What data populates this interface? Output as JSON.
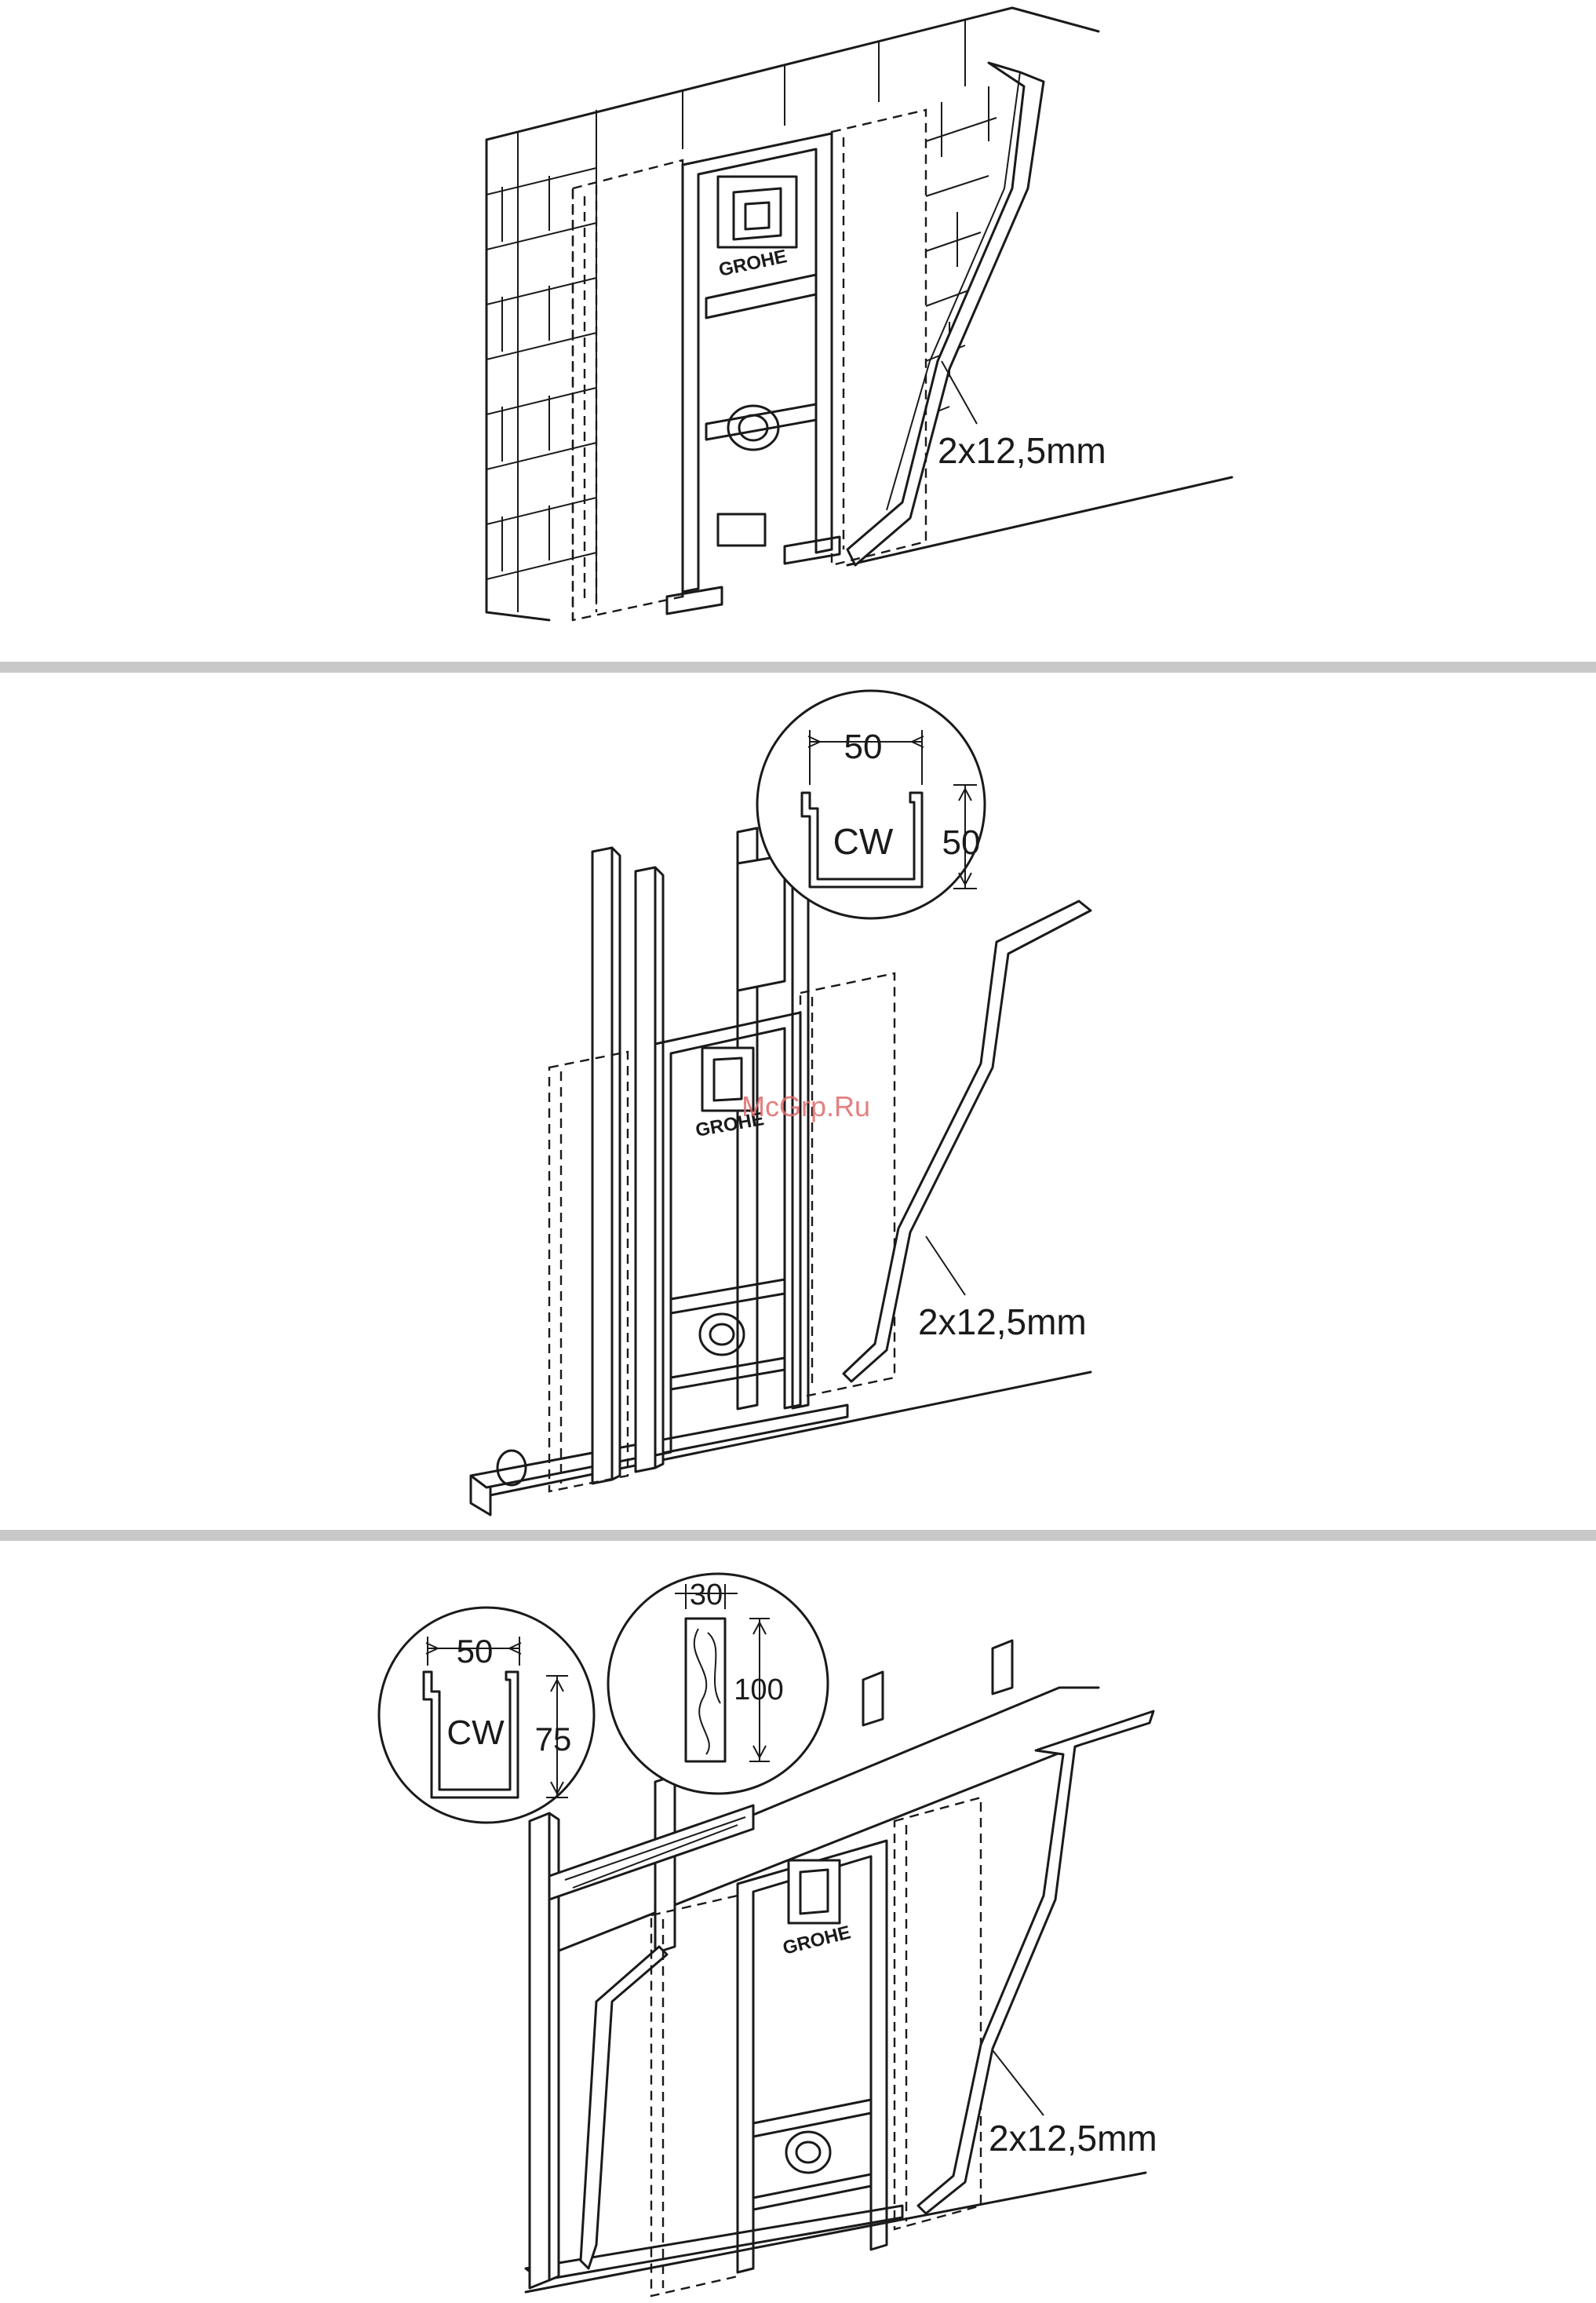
{
  "panels": [
    {
      "board_label": "2x12,5mm",
      "frame_logo": "GROHE"
    },
    {
      "board_label": "2x12,5mm",
      "frame_logo": "GROHE",
      "callouts": [
        {
          "profile": "CW",
          "width": "50",
          "height": "50"
        }
      ],
      "watermark": "McGrp.Ru"
    },
    {
      "board_label": "2x12,5mm",
      "frame_logo": "GROHE",
      "callouts": [
        {
          "profile": "CW",
          "width": "50",
          "height": "75"
        },
        {
          "profile": "",
          "width": "30",
          "height": "100"
        }
      ]
    }
  ]
}
